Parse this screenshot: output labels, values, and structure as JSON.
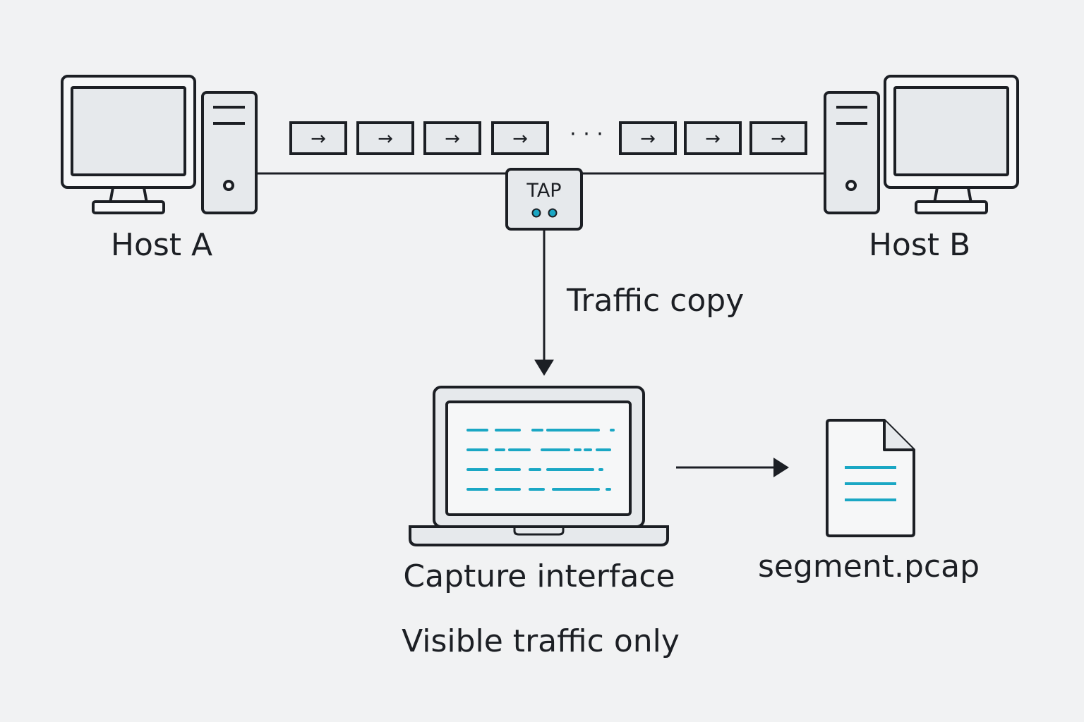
{
  "diagram": {
    "host_a": {
      "label": "Host A"
    },
    "host_b": {
      "label": "Host B"
    },
    "tap": {
      "label": "TAP"
    },
    "packet_gap": "· · ·",
    "packet_arrow": "→",
    "traffic_copy": "Traffic copy",
    "capture": {
      "label": "Capture interface"
    },
    "file": {
      "label": "segment.pcap"
    },
    "note": "Visible traffic only",
    "colors": {
      "background": "#f1f2f3",
      "stroke": "#1c1f24",
      "fill": "#e6e9ec",
      "accent": "#1aa7c4"
    },
    "icons": [
      "monitor-icon",
      "tower-icon",
      "packet-icon",
      "tap-device-icon",
      "laptop-icon",
      "file-icon"
    ]
  }
}
